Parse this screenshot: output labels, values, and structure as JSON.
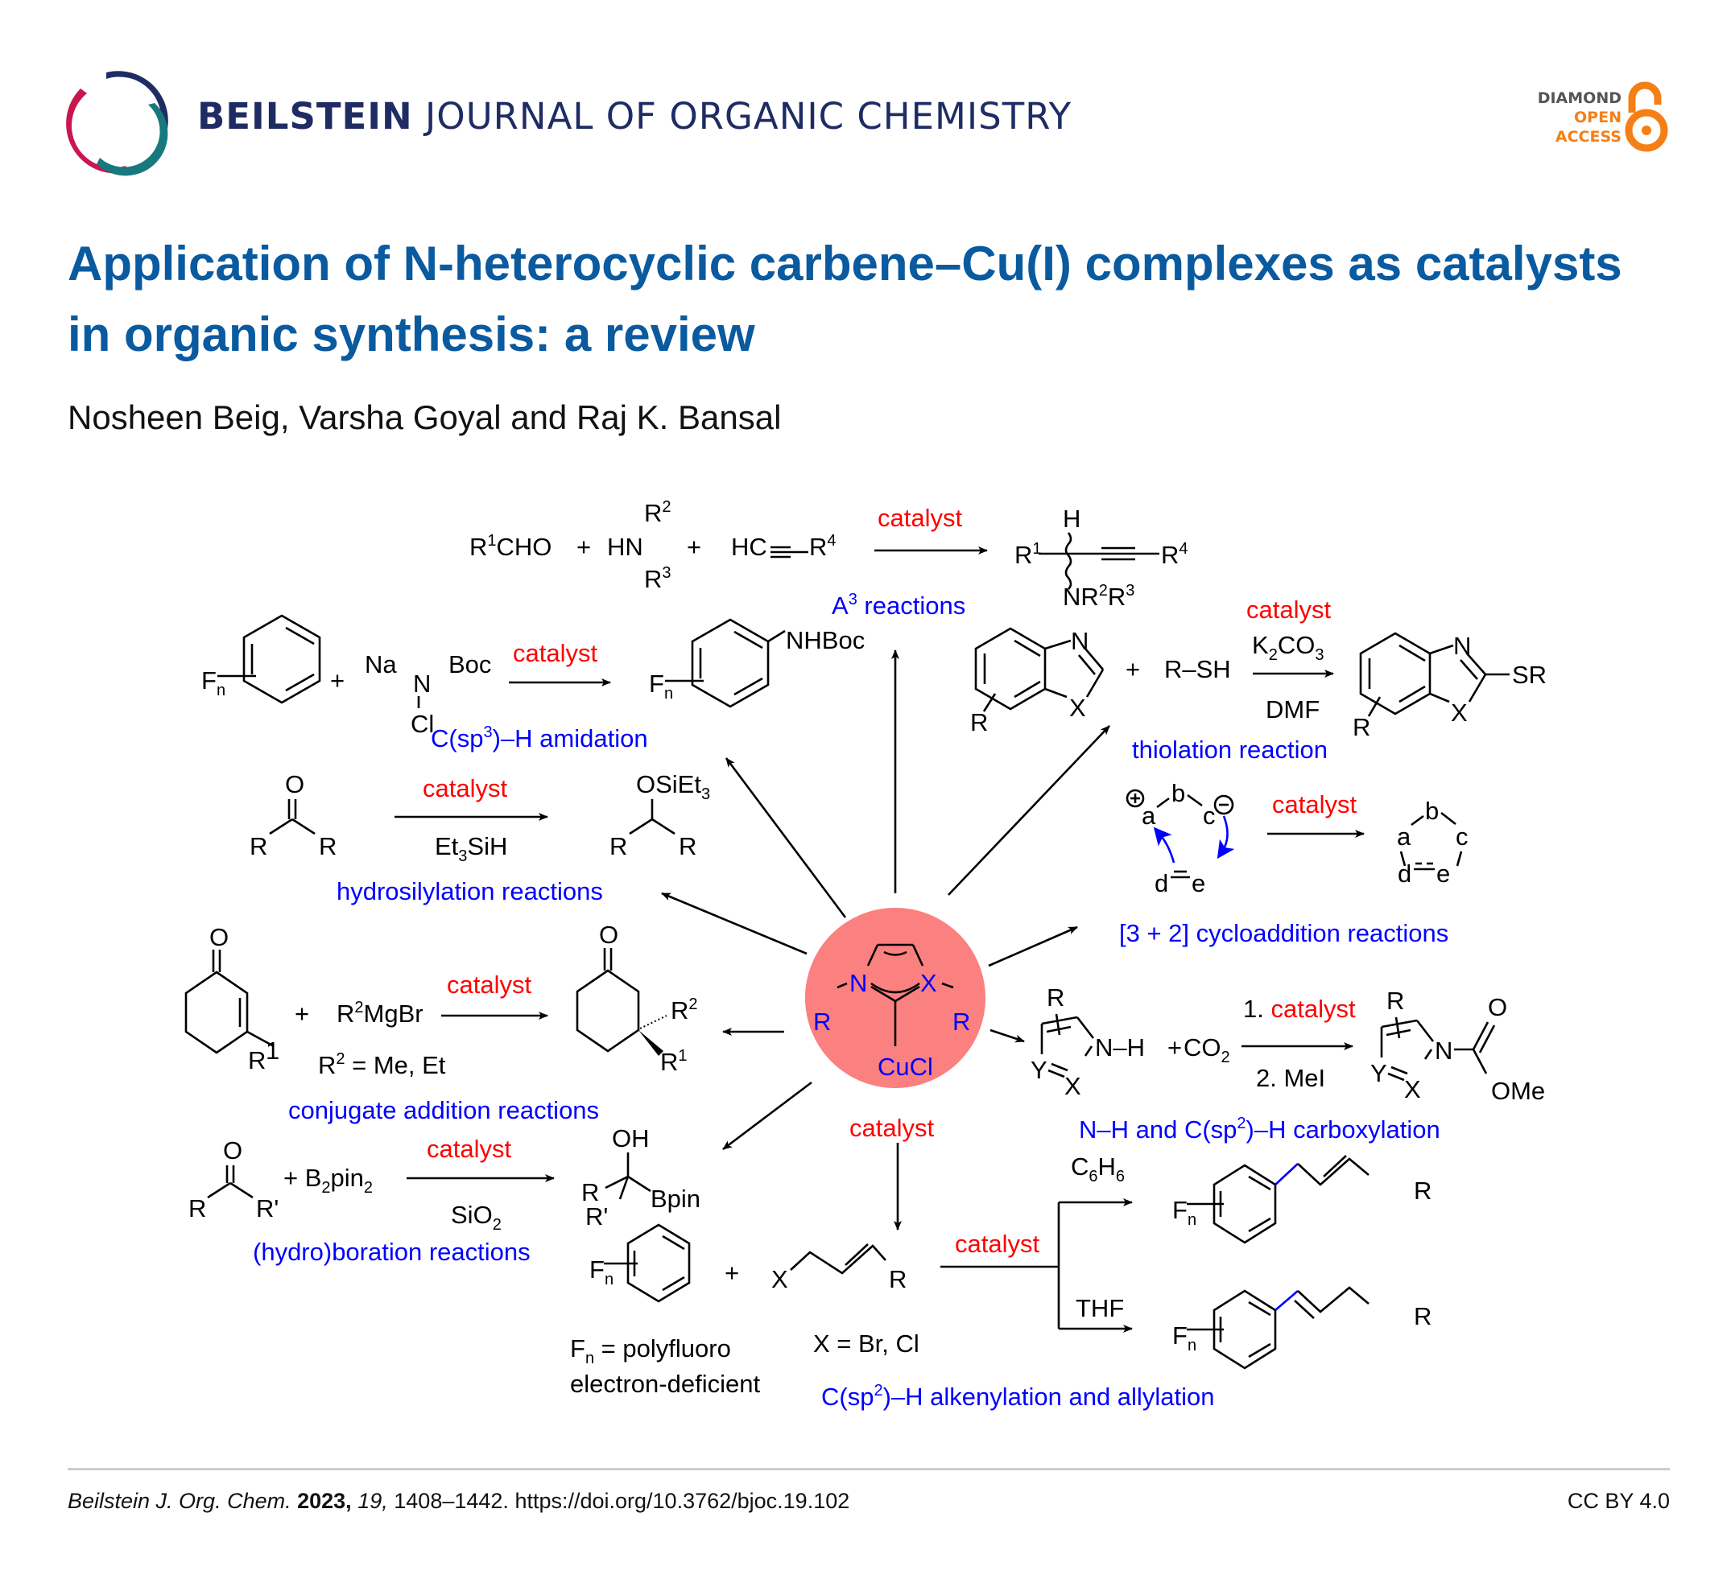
{
  "header": {
    "journal_bold": "BEILSTEIN",
    "journal_rest": "JOURNAL OF ORGANIC CHEMISTRY",
    "logo_icon": "beilstein-rings-logo",
    "oa_badge": {
      "line1": "DIAMOND",
      "line2": "OPEN",
      "line3": "ACCESS",
      "icon": "open-lock-icon"
    },
    "colors": {
      "navy": "#1f2c64",
      "crimson": "#c8174f",
      "teal": "#17787e",
      "orange": "#f57f17",
      "grey": "#555555"
    }
  },
  "article": {
    "title": "Application of N-heterocyclic carbene–Cu(I) complexes as catalysts in organic synthesis: a review",
    "authors": "Nosheen Beig, Varsha Goyal and Raj K. Bansal",
    "title_color": "#0a5aa0"
  },
  "graphic": {
    "center": {
      "N": "N",
      "X": "X",
      "R_left": "R",
      "R_right": "R",
      "metal": "CuCl",
      "label": "catalyst",
      "circle_color": "#fb8080"
    },
    "a3": {
      "r1cho": "R",
      "r1sup": "1",
      "cho": "CHO",
      "plus": "+",
      "hn": "HN",
      "r": "R",
      "two": "2",
      "three": "3",
      "four": "4",
      "hc": "HC",
      "catalyst": "catalyst",
      "h": "H",
      "nr": "NR",
      "label": "A",
      "label_sup": "3",
      "label_rest": " reactions"
    },
    "amidation": {
      "F": "F",
      "n": "n",
      "plus": "+",
      "na": "Na",
      "n_atom": "N",
      "boc": "Boc",
      "cl": "Cl",
      "catalyst": "catalyst",
      "nhboc": "NHBoc",
      "label_a": "C(sp",
      "label_sup": "3",
      "label_b": ")–H amidation"
    },
    "thiolation": {
      "N": "N",
      "X": "X",
      "R": "R",
      "plus": "+",
      "rsh": "R–SH",
      "catalyst": "catalyst",
      "k": "K",
      "k2": "2",
      "co": "CO",
      "co3": "3",
      "dmf": "DMF",
      "sr": "SR",
      "label": "thiolation reaction"
    },
    "hydrosilylation": {
      "O": "O",
      "R": "R",
      "catalyst": "catalyst",
      "et": "Et",
      "et3": "3",
      "sih": "SiH",
      "osiet": "OSiEt",
      "label": "hydrosilylation reactions"
    },
    "cycloaddition": {
      "a": "a",
      "b": "b",
      "c": "c",
      "d": "d",
      "e": "e",
      "plus_charge": "+",
      "minus_charge": "−",
      "catalyst": "catalyst",
      "label": "[3 + 2] cycloaddition reactions"
    },
    "conjugate": {
      "O": "O",
      "plus": "+",
      "r": "R",
      "sup2": "2",
      "sup1": "1",
      "mgbr": "MgBr",
      "catalyst": "catalyst",
      "cond": " = Me, Et",
      "label": "conjugate addition reactions"
    },
    "carboxylation": {
      "R": "R",
      "N": "N",
      "H": "–H",
      "Y": "Y",
      "X": "X",
      "plus": "+",
      "co": "CO",
      "sub2": "2",
      "step1_num": "1. ",
      "step1": "catalyst",
      "step2": "2. MeI",
      "O": "O",
      "ome": "OMe",
      "label_a": "N–H and C(sp",
      "label_sup": "2",
      "label_b": ")–H carboxylation"
    },
    "boration": {
      "O": "O",
      "R": "R",
      "Rp": "R'",
      "plus": "+ B",
      "b2": "2",
      "pin": "pin",
      "catalyst": "catalyst",
      "sio": "SiO",
      "oh": "OH",
      "bpin": "Bpin",
      "label": "(hydro)boration reactions"
    },
    "alkenylation": {
      "F": "F",
      "n": "n",
      "plus": "+",
      "X": "X",
      "R": "R",
      "catalyst": "catalyst",
      "c6h6_c": "C",
      "c6h6_6": "6",
      "c6h6_h": "H",
      "thf": "THF",
      "fn_def": " = polyfluoro",
      "fn_def2": "electron-deficient",
      "x_def": "X = Br, Cl",
      "label_a": "C(sp",
      "label_sup": "2",
      "label_b": ")–H alkenylation and allylation"
    }
  },
  "footer": {
    "journal_abbr": "Beilstein J. Org. Chem.",
    "year": "2023,",
    "volume": "19,",
    "pages": "1408–1442.",
    "doi": "https://doi.org/10.3762/bjoc.19.102",
    "license": "CC BY 4.0"
  }
}
